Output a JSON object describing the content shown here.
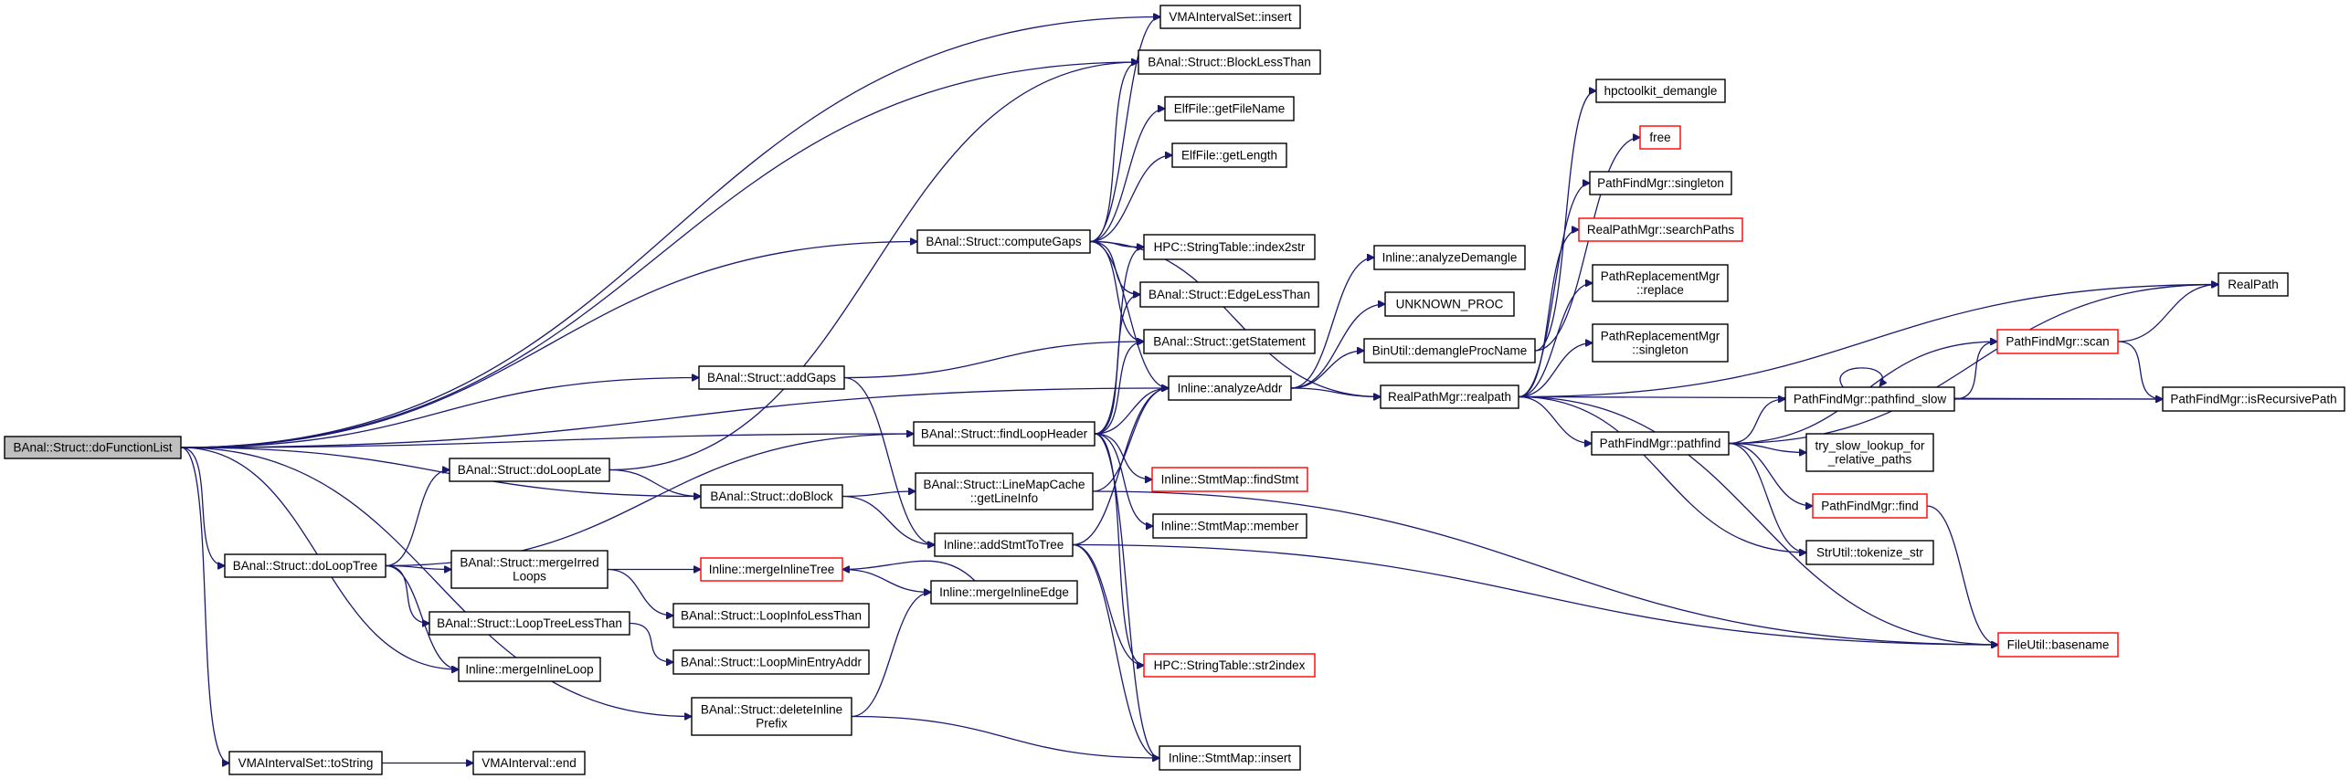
{
  "diagram": {
    "type": "call-graph",
    "colors": {
      "edge": "#191970",
      "root_fill": "#bfbfbf",
      "node_fill": "#ffffff",
      "node_border": "#000000",
      "truncated_border": "#ff0000"
    },
    "nodes": [
      {
        "id": "doFunctionList",
        "lines": [
          "BAnal::Struct::doFunctionList"
        ],
        "root": true
      },
      {
        "id": "vmaSetInsert",
        "lines": [
          "VMAIntervalSet::insert"
        ]
      },
      {
        "id": "blockLessThan",
        "lines": [
          "BAnal::Struct::BlockLessThan"
        ]
      },
      {
        "id": "getFileName",
        "lines": [
          "ElfFile::getFileName"
        ]
      },
      {
        "id": "getLength",
        "lines": [
          "ElfFile::getLength"
        ]
      },
      {
        "id": "computeGaps",
        "lines": [
          "BAnal::Struct::computeGaps"
        ]
      },
      {
        "id": "index2str",
        "lines": [
          "HPC::StringTable::index2str"
        ]
      },
      {
        "id": "edgeLessThan",
        "lines": [
          "BAnal::Struct::EdgeLessThan"
        ]
      },
      {
        "id": "getStatement",
        "lines": [
          "BAnal::Struct::getStatement"
        ]
      },
      {
        "id": "analyzeAddr",
        "lines": [
          "Inline::analyzeAddr"
        ]
      },
      {
        "id": "addGaps",
        "lines": [
          "BAnal::Struct::addGaps"
        ]
      },
      {
        "id": "findLoopHeader",
        "lines": [
          "BAnal::Struct::findLoopHeader"
        ]
      },
      {
        "id": "findStmt",
        "lines": [
          "Inline::StmtMap::findStmt"
        ],
        "truncated": true
      },
      {
        "id": "member",
        "lines": [
          "Inline::StmtMap::member"
        ]
      },
      {
        "id": "doLoopLate",
        "lines": [
          "BAnal::Struct::doLoopLate"
        ]
      },
      {
        "id": "doBlock",
        "lines": [
          "BAnal::Struct::doBlock"
        ]
      },
      {
        "id": "getLineInfo",
        "lines": [
          "BAnal::Struct::LineMapCache",
          "::getLineInfo"
        ]
      },
      {
        "id": "addStmtToTree",
        "lines": [
          "Inline::addStmtToTree"
        ]
      },
      {
        "id": "doLoopTree",
        "lines": [
          "BAnal::Struct::doLoopTree"
        ]
      },
      {
        "id": "mergeIrredLoops",
        "lines": [
          "BAnal::Struct::mergeIrred",
          "Loops"
        ]
      },
      {
        "id": "mergeInlineTree",
        "lines": [
          "Inline::mergeInlineTree"
        ],
        "truncated": true
      },
      {
        "id": "mergeInlineEdge",
        "lines": [
          "Inline::mergeInlineEdge"
        ]
      },
      {
        "id": "loopInfoLessThan",
        "lines": [
          "BAnal::Struct::LoopInfoLessThan"
        ]
      },
      {
        "id": "loopTreeLessThan",
        "lines": [
          "BAnal::Struct::LoopTreeLessThan"
        ]
      },
      {
        "id": "loopMinEntryAddr",
        "lines": [
          "BAnal::Struct::LoopMinEntryAddr"
        ]
      },
      {
        "id": "mergeInlineLoop",
        "lines": [
          "Inline::mergeInlineLoop"
        ]
      },
      {
        "id": "str2index",
        "lines": [
          "HPC::StringTable::str2index"
        ],
        "truncated": true
      },
      {
        "id": "deleteInlinePrefix",
        "lines": [
          "BAnal::Struct::deleteInline",
          "Prefix"
        ]
      },
      {
        "id": "stmtMapInsert",
        "lines": [
          "Inline::StmtMap::insert"
        ]
      },
      {
        "id": "toString",
        "lines": [
          "VMAIntervalSet::toString"
        ]
      },
      {
        "id": "vmaEnd",
        "lines": [
          "VMAInterval::end"
        ]
      },
      {
        "id": "analyzeDemangle",
        "lines": [
          "Inline::analyzeDemangle"
        ]
      },
      {
        "id": "unknownProc",
        "lines": [
          "UNKNOWN_PROC"
        ]
      },
      {
        "id": "demangleProcName",
        "lines": [
          "BinUtil::demangleProcName"
        ]
      },
      {
        "id": "realpath",
        "lines": [
          "RealPathMgr::realpath"
        ]
      },
      {
        "id": "hpctoolkitDemangle",
        "lines": [
          "hpctoolkit_demangle"
        ]
      },
      {
        "id": "free",
        "lines": [
          "free"
        ],
        "truncated": true
      },
      {
        "id": "pfmSingleton",
        "lines": [
          "PathFindMgr::singleton"
        ]
      },
      {
        "id": "searchPaths",
        "lines": [
          "RealPathMgr::searchPaths"
        ],
        "truncated": true
      },
      {
        "id": "prmReplace",
        "lines": [
          "PathReplacementMgr",
          "::replace"
        ]
      },
      {
        "id": "prmSingleton",
        "lines": [
          "PathReplacementMgr",
          "::singleton"
        ]
      },
      {
        "id": "pathfind",
        "lines": [
          "PathFindMgr::pathfind"
        ]
      },
      {
        "id": "pathfindSlow",
        "lines": [
          "PathFindMgr::pathfind_slow"
        ]
      },
      {
        "id": "trySlowLookup",
        "lines": [
          "try_slow_lookup_for",
          "_relative_paths"
        ]
      },
      {
        "id": "pfmFind",
        "lines": [
          "PathFindMgr::find"
        ],
        "truncated": true
      },
      {
        "id": "tokenizeStr",
        "lines": [
          "StrUtil::tokenize_str"
        ]
      },
      {
        "id": "realPathFn",
        "lines": [
          "RealPath"
        ]
      },
      {
        "id": "pfmScan",
        "lines": [
          "PathFindMgr::scan"
        ],
        "truncated": true
      },
      {
        "id": "isRecursivePath",
        "lines": [
          "PathFindMgr::isRecursivePath"
        ]
      },
      {
        "id": "fileBasename",
        "lines": [
          "FileUtil::basename"
        ],
        "truncated": true
      }
    ],
    "edges": [
      [
        "doFunctionList",
        "vmaSetInsert"
      ],
      [
        "doFunctionList",
        "blockLessThan"
      ],
      [
        "doFunctionList",
        "computeGaps"
      ],
      [
        "doFunctionList",
        "analyzeAddr"
      ],
      [
        "doFunctionList",
        "addGaps"
      ],
      [
        "doFunctionList",
        "findLoopHeader"
      ],
      [
        "doFunctionList",
        "doBlock"
      ],
      [
        "doFunctionList",
        "doLoopTree"
      ],
      [
        "doFunctionList",
        "mergeInlineLoop"
      ],
      [
        "doFunctionList",
        "deleteInlinePrefix"
      ],
      [
        "doFunctionList",
        "toString"
      ],
      [
        "computeGaps",
        "vmaSetInsert"
      ],
      [
        "computeGaps",
        "blockLessThan"
      ],
      [
        "computeGaps",
        "getFileName"
      ],
      [
        "computeGaps",
        "getLength"
      ],
      [
        "computeGaps",
        "index2str"
      ],
      [
        "computeGaps",
        "edgeLessThan"
      ],
      [
        "computeGaps",
        "getStatement"
      ],
      [
        "computeGaps",
        "analyzeAddr"
      ],
      [
        "computeGaps",
        "realpath"
      ],
      [
        "addGaps",
        "getStatement"
      ],
      [
        "addGaps",
        "addStmtToTree"
      ],
      [
        "findLoopHeader",
        "index2str"
      ],
      [
        "findLoopHeader",
        "edgeLessThan"
      ],
      [
        "findLoopHeader",
        "getStatement"
      ],
      [
        "findLoopHeader",
        "analyzeAddr"
      ],
      [
        "findLoopHeader",
        "findStmt"
      ],
      [
        "findLoopHeader",
        "member"
      ],
      [
        "findLoopHeader",
        "str2index"
      ],
      [
        "findLoopHeader",
        "stmtMapInsert"
      ],
      [
        "doLoopLate",
        "blockLessThan"
      ],
      [
        "doLoopLate",
        "doBlock"
      ],
      [
        "doBlock",
        "getLineInfo"
      ],
      [
        "doBlock",
        "addStmtToTree"
      ],
      [
        "getLineInfo",
        "analyzeAddr"
      ],
      [
        "getLineInfo",
        "fileBasename"
      ],
      [
        "addStmtToTree",
        "analyzeAddr"
      ],
      [
        "addStmtToTree",
        "str2index"
      ],
      [
        "addStmtToTree",
        "stmtMapInsert"
      ],
      [
        "addStmtToTree",
        "fileBasename"
      ],
      [
        "doLoopTree",
        "doLoopLate"
      ],
      [
        "doLoopTree",
        "findLoopHeader"
      ],
      [
        "doLoopTree",
        "mergeIrredLoops"
      ],
      [
        "doLoopTree",
        "loopTreeLessThan"
      ],
      [
        "doLoopTree",
        "mergeInlineLoop"
      ],
      [
        "mergeIrredLoops",
        "mergeInlineTree"
      ],
      [
        "mergeIrredLoops",
        "loopInfoLessThan"
      ],
      [
        "mergeInlineTree",
        "mergeInlineEdge"
      ],
      [
        "mergeInlineEdge",
        "mergeInlineTree"
      ],
      [
        "loopTreeLessThan",
        "loopMinEntryAddr"
      ],
      [
        "deleteInlinePrefix",
        "mergeInlineEdge"
      ],
      [
        "deleteInlinePrefix",
        "stmtMapInsert"
      ],
      [
        "toString",
        "vmaEnd"
      ],
      [
        "analyzeAddr",
        "analyzeDemangle"
      ],
      [
        "analyzeAddr",
        "unknownProc"
      ],
      [
        "analyzeAddr",
        "demangleProcName"
      ],
      [
        "analyzeAddr",
        "realpath"
      ],
      [
        "demangleProcName",
        "hpctoolkitDemangle"
      ],
      [
        "demangleProcName",
        "free"
      ],
      [
        "realpath",
        "pfmSingleton"
      ],
      [
        "realpath",
        "searchPaths"
      ],
      [
        "realpath",
        "prmReplace"
      ],
      [
        "realpath",
        "prmSingleton"
      ],
      [
        "realpath",
        "pathfind"
      ],
      [
        "realpath",
        "realPathFn"
      ],
      [
        "realpath",
        "tokenizeStr"
      ],
      [
        "realpath",
        "isRecursivePath"
      ],
      [
        "realpath",
        "fileBasename"
      ],
      [
        "pathfind",
        "realPathFn"
      ],
      [
        "pathfind",
        "pfmScan"
      ],
      [
        "pathfind",
        "pathfindSlow"
      ],
      [
        "pathfind",
        "trySlowLookup"
      ],
      [
        "pathfind",
        "pfmFind"
      ],
      [
        "pathfind",
        "tokenizeStr"
      ],
      [
        "pathfindSlow",
        "pathfindSlow"
      ],
      [
        "pathfindSlow",
        "pfmScan"
      ],
      [
        "pathfindSlow",
        "isRecursivePath"
      ],
      [
        "pfmScan",
        "realPathFn"
      ],
      [
        "pfmScan",
        "isRecursivePath"
      ],
      [
        "pfmFind",
        "fileBasename"
      ]
    ]
  }
}
